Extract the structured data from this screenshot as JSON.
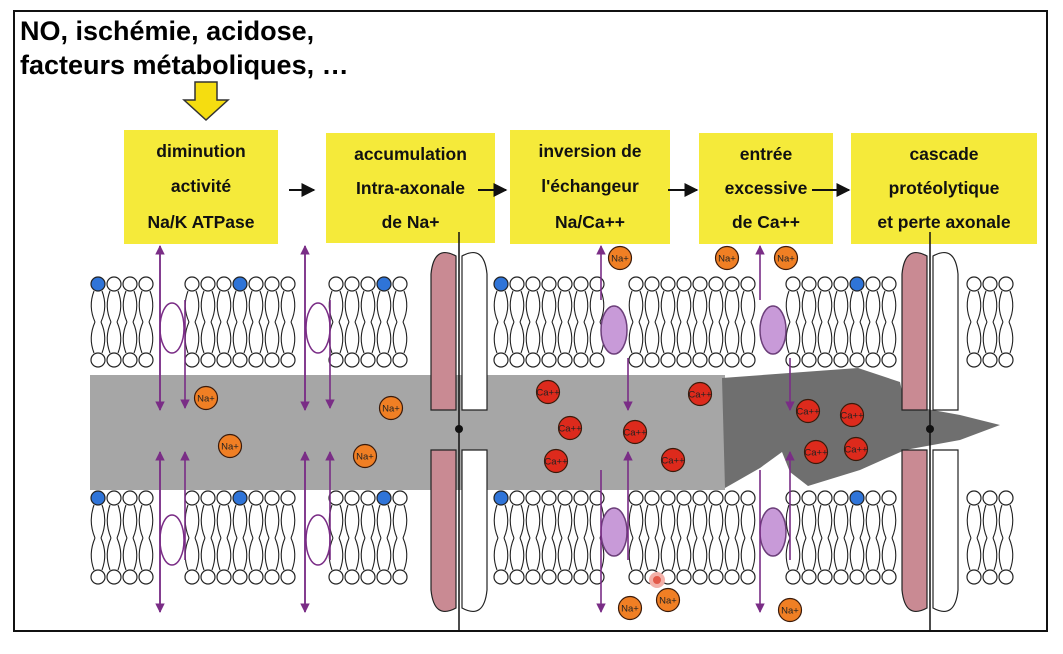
{
  "title": {
    "line1": "NO, ischémie, acidose,",
    "line2": "facteurs métaboliques, …"
  },
  "steps": [
    {
      "lines": [
        "diminution",
        "activité",
        "Na/K ATPase"
      ]
    },
    {
      "lines": [
        "accumulation",
        "Intra-axonale",
        "de Na+"
      ]
    },
    {
      "lines": [
        "inversion de",
        "l'échangeur",
        "Na/Ca++"
      ]
    },
    {
      "lines": [
        "entrée",
        "excessive",
        "de Ca++"
      ]
    },
    {
      "lines": [
        "cascade",
        "protéolytique",
        "et perte axonale"
      ]
    }
  ],
  "ion_labels": {
    "sodium": "Na+",
    "calcium": "Ca++"
  },
  "colors": {
    "box_fill": "#f5ea3a",
    "input_arrow": "#f5dd10",
    "axon": "#a6a6a6",
    "axon_dark": "#6f6f6f",
    "sodium": "#f07f24",
    "calcium": "#dd2a1c",
    "marked_head": "#2f74d8",
    "transport_arrow": "#7a2d86",
    "exchanger": "#c89ad8",
    "myelin": "#c98a93"
  }
}
